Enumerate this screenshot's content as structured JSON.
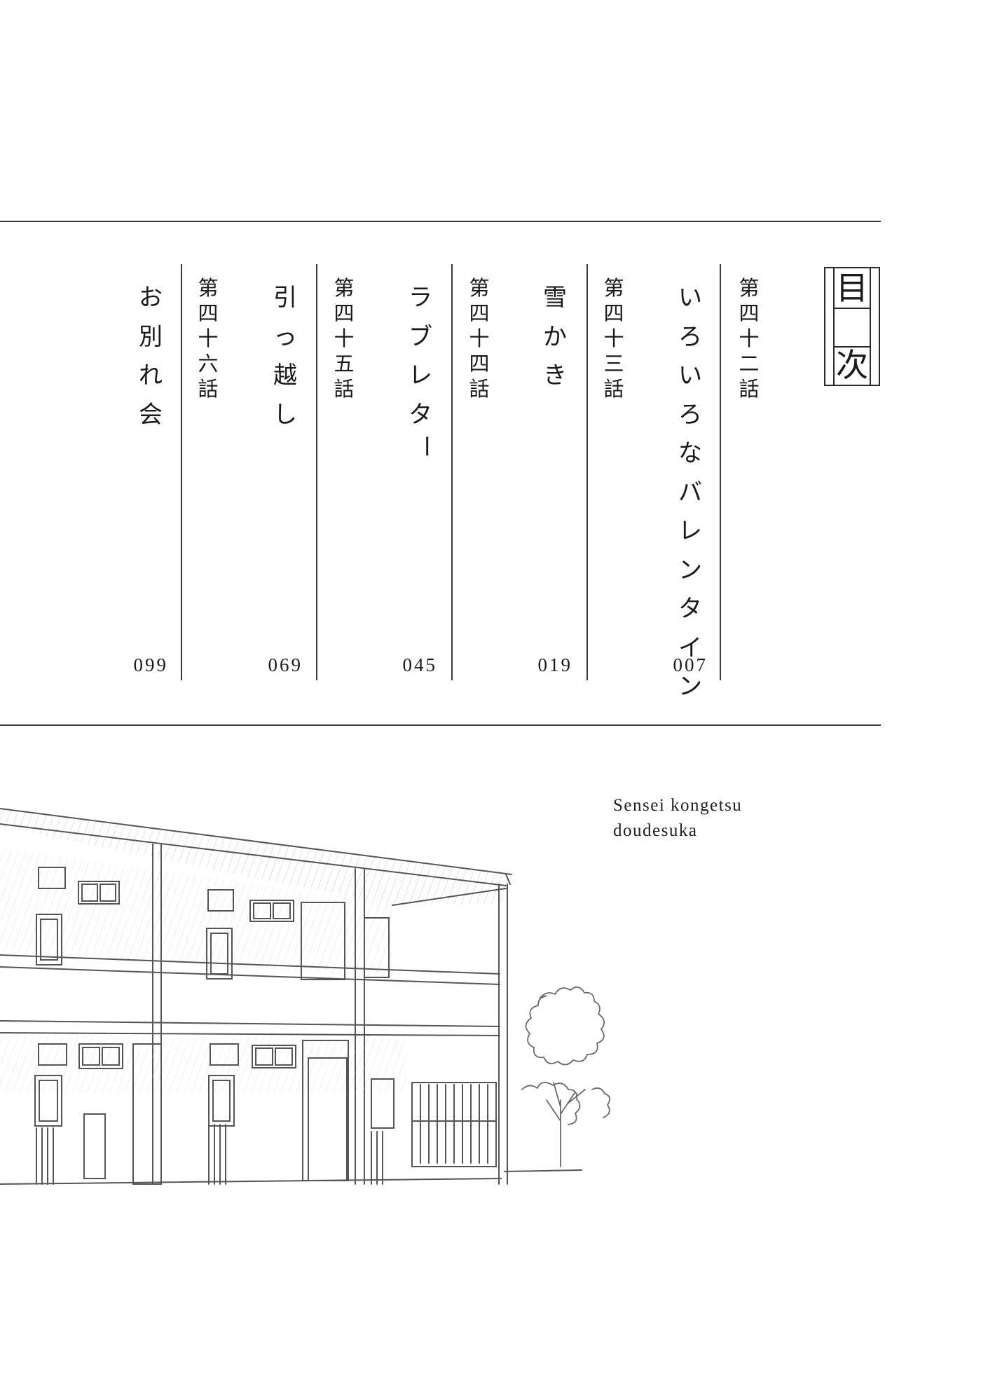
{
  "toc": {
    "heading": {
      "top": "目",
      "bottom": "次"
    },
    "chapters": [
      {
        "number_chars": [
          "第",
          "四",
          "十",
          "二",
          "話"
        ],
        "title_chars": [
          "い",
          "ろ",
          "い",
          "ろ",
          "な",
          "バ",
          "レ",
          "ン",
          "タ",
          "イ",
          "ン"
        ],
        "number": "第四十二話",
        "title": "いろいろなバレンタイン",
        "page": "007"
      },
      {
        "number_chars": [
          "第",
          "四",
          "十",
          "三",
          "話"
        ],
        "title_chars": [
          "雪",
          "か",
          "き"
        ],
        "number": "第四十三話",
        "title": "雪かき",
        "page": "019"
      },
      {
        "number_chars": [
          "第",
          "四",
          "十",
          "四",
          "話"
        ],
        "title_chars": [
          "ラ",
          "ブ",
          "レ",
          "タ",
          "ー"
        ],
        "number": "第四十四話",
        "title": "ラブレター",
        "page": "045"
      },
      {
        "number_chars": [
          "第",
          "四",
          "十",
          "五",
          "話"
        ],
        "title_chars": [
          "引",
          "っ",
          "越",
          "し"
        ],
        "number": "第四十五話",
        "title": "引っ越し",
        "page": "069"
      },
      {
        "number_chars": [
          "第",
          "四",
          "十",
          "六",
          "話"
        ],
        "title_chars": [
          "お",
          "別",
          "れ",
          "会"
        ],
        "number": "第四十六話",
        "title": "お別れ会",
        "page": "099"
      }
    ]
  },
  "subtitle": {
    "line1": "Sensei kongetsu",
    "line2": "doudesuka"
  },
  "illustration": {
    "subject": "apartment-building-sketch-with-tree"
  },
  "colors": {
    "ink": "#1a1a1a",
    "rule": "#3a3a3a",
    "background": "#ffffff"
  }
}
